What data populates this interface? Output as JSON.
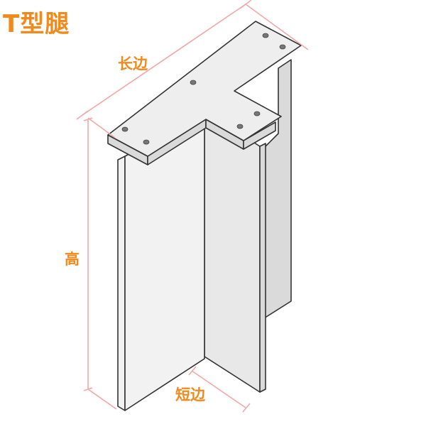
{
  "title": "T型腿",
  "labels": {
    "long_side": "长边",
    "height": "高",
    "short_side": "短边"
  },
  "colors": {
    "accent": "#F08A1C",
    "dimension_line": "#F2A7A7",
    "outline": "#333333",
    "top_face": "#EEEEEE",
    "front_face": "#F2F2F2",
    "web_face": "#E8E8E8",
    "side_face": "#DADADA",
    "bolt_hole": "#777777"
  },
  "icons": [
    "t-leg-drawing-icon",
    "bolt-hole-icon",
    "dimension-line-icon"
  ]
}
